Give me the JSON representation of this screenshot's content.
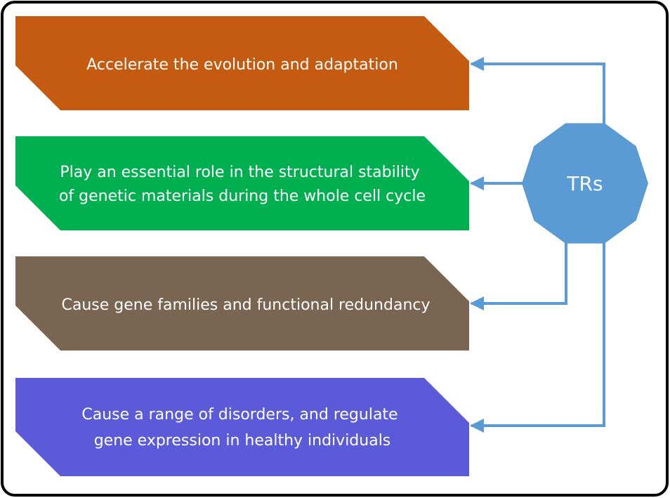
{
  "colors": {
    "frame": "#000000",
    "connector": "#5b9bd5",
    "hub": "#5b9bd5",
    "box_1": "#c55a11",
    "box_2": "#00b050",
    "box_3": "#7a6552",
    "box_4": "#5b5bd9",
    "text": "#ffffff"
  },
  "hub": {
    "label": "TRs",
    "shape": "decagon"
  },
  "boxes": [
    {
      "lines": [
        "Accelerate the evolution and adaptation"
      ]
    },
    {
      "lines": [
        "Play an essential  role in the structural stability",
        "of genetic materials during the whole cell cycle"
      ]
    },
    {
      "lines": [
        "Cause gene families and functional redundancy"
      ]
    },
    {
      "lines": [
        "Cause a range of disorders, and regulate",
        "gene expression in healthy individuals"
      ]
    }
  ]
}
